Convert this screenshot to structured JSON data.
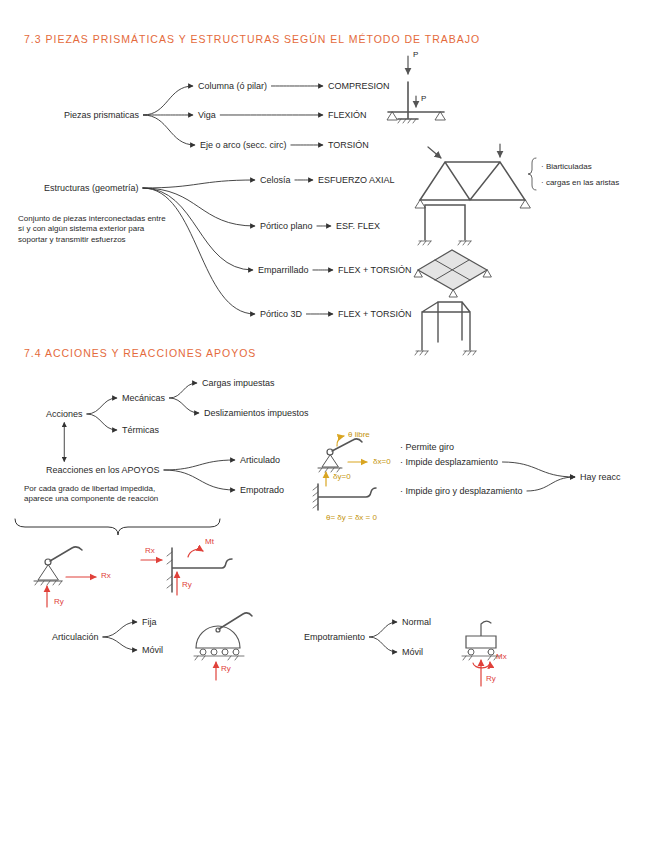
{
  "diagram": {
    "title": "7.3 PIEZAS PRISMÁTICAS Y ESTRUCTURAS SEGÚN EL MÉTODO DE TRABAJO",
    "nodes": [
      {
        "text": [
          "Piezas prismaticas"
        ]
      },
      {
        "text": [
          "Columna (ó pilar)"
        ]
      },
      {
        "text": [
          "COMPRESION"
        ]
      },
      {
        "text": [
          "Viga"
        ]
      },
      {
        "text": [
          "FLEXIÓN"
        ]
      },
      {
        "text": [
          "Eje o arco (secc. circ)"
        ]
      },
      {
        "text": [
          "TORSIÓN"
        ]
      },
      {
        "text": [
          "Estructuras (geometría)"
        ]
      },
      {
        "text": [
          "Celosía"
        ]
      },
      {
        "text": [
          "ESFUERZO AXIAL"
        ]
      },
      {
        "text": [
          "Pórtico plano"
        ]
      },
      {
        "text": [
          "ESF. FLEX"
        ]
      },
      {
        "text": [
          "Emparrillado"
        ]
      },
      {
        "text": [
          "FLEX + TORSIÓN"
        ]
      },
      {
        "text": [
          "Pórtico 3D"
        ]
      },
      {
        "text": [
          "FLEX + TORSIÓN"
        ]
      },
      {
        "text": [
          "Acciones"
        ]
      },
      {
        "text": [
          "Mecánicas"
        ]
      },
      {
        "text": [
          "Cargas impuestas"
        ]
      },
      {
        "text": [
          "Deslizamientos impuestos"
        ]
      },
      {
        "text": [
          "Térmicas"
        ]
      },
      {
        "text": [
          "Reacciones en los APOYOS"
        ]
      },
      {
        "text": [
          "Articulado"
        ]
      },
      {
        "text": [
          "Empotrado"
        ]
      },
      {
        "text": [
          "· Permite giro"
        ]
      },
      {
        "text": [
          "· Impide desplazamiento"
        ]
      },
      {
        "text": [
          "Hay reacc"
        ]
      },
      {
        "text": [
          "· Impide giro y desplazamiento"
        ]
      },
      {
        "text": [
          "Articulación"
        ]
      },
      {
        "text": [
          "Fija"
        ]
      },
      {
        "text": [
          "Móvil"
        ]
      },
      {
        "text": [
          "Empotramiento"
        ]
      },
      {
        "text": [
          "Normal"
        ]
      },
      {
        "text": [
          "Móvil"
        ]
      }
    ],
    "edges": [
      {
        "from": 0,
        "to": 1,
        "arrow": "to"
      },
      {
        "from": 0,
        "to": 3,
        "arrow": "to"
      },
      {
        "from": 0,
        "to": 5,
        "arrow": "to"
      },
      {
        "from": 1,
        "to": 2,
        "arrow": "to"
      },
      {
        "from": 3,
        "to": 4,
        "arrow": "to"
      },
      {
        "from": 5,
        "to": 6,
        "arrow": "to"
      },
      {
        "from": 7,
        "to": 8,
        "arrow": "to"
      },
      {
        "from": 7,
        "to": 10,
        "arrow": "to"
      },
      {
        "from": 7,
        "to": 12,
        "arrow": "to"
      },
      {
        "from": 7,
        "to": 14,
        "arrow": "to"
      },
      {
        "from": 8,
        "to": 9,
        "arrow": "to"
      },
      {
        "from": 10,
        "to": 11,
        "arrow": "to"
      },
      {
        "from": 12,
        "to": 13,
        "arrow": "to"
      },
      {
        "from": 14,
        "to": 15,
        "arrow": "to"
      },
      {
        "from": 16,
        "to": 17,
        "arrow": "to"
      },
      {
        "from": 16,
        "to": 20,
        "arrow": "to"
      },
      {
        "from": 17,
        "to": 18,
        "arrow": "to"
      },
      {
        "from": 17,
        "to": 19,
        "arrow": "to"
      },
      {
        "from": 16,
        "to": 21,
        "arrow": "both"
      },
      {
        "from": 21,
        "to": 22,
        "arrow": "to"
      },
      {
        "from": 21,
        "to": 23,
        "arrow": "to"
      },
      {
        "from": 25,
        "to": 26,
        "arrow": "to"
      },
      {
        "from": 27,
        "to": 26,
        "arrow": "to"
      },
      {
        "from": 28,
        "to": 29,
        "arrow": "to"
      },
      {
        "from": 28,
        "to": 30,
        "arrow": "to"
      },
      {
        "from": 31,
        "to": 32,
        "arrow": "to"
      },
      {
        "from": 31,
        "to": 33,
        "arrow": "to"
      }
    ],
    "labels": [
      "7.4 ACCIONES Y REACCIONES APOYOS",
      "P",
      "P",
      "Conjunto de piezas interconectadas entre sí y con algún sistema exterior para soportar y transmitir esfuerzos",
      "· Biarticuladas",
      "· cargas en las aristas",
      "Por cada grado de libertad impedida, aparece una componente de reacción",
      "θ libre",
      "δx=0",
      "δy=0",
      "θ= δy = δx = 0",
      "Rx",
      "Ry",
      "Rx",
      "Mt",
      "Ry",
      "Ry",
      "Mx",
      "Ry"
    ]
  }
}
